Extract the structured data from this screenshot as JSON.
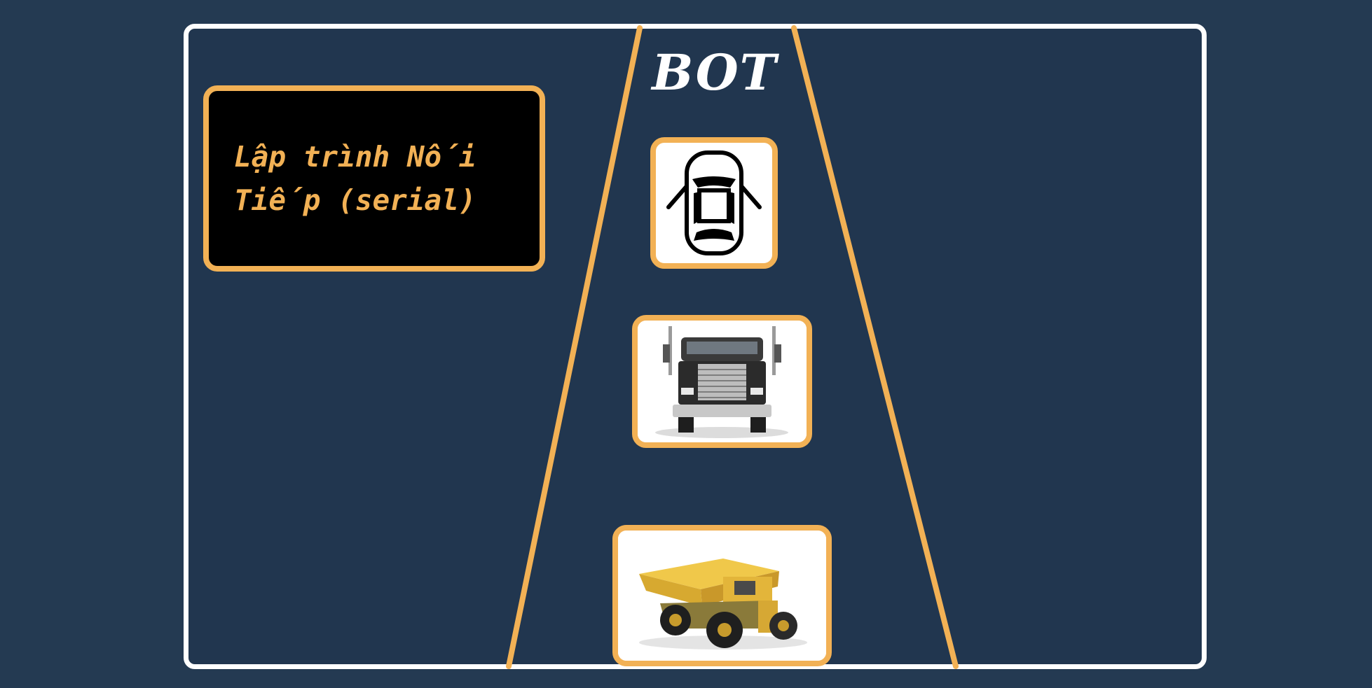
{
  "slide": {
    "title_box": {
      "line1": "Lập trình Nối",
      "line2": "Tiếp (serial)"
    },
    "lane_label": "BOT",
    "vehicles": [
      {
        "name": "car",
        "icon": "car-top-view-icon"
      },
      {
        "name": "semi-truck",
        "icon": "semi-truck-photo"
      },
      {
        "name": "dump-truck",
        "icon": "dump-truck-photo"
      }
    ]
  },
  "colors": {
    "background": "#243a52",
    "frame_fill": "#21364f",
    "frame_border": "#ffffff",
    "accent": "#f2b155",
    "title_box_fill": "#000000"
  }
}
